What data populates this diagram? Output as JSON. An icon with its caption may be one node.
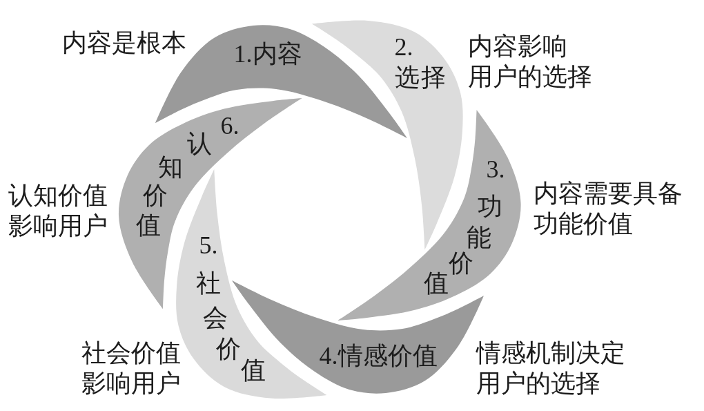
{
  "diagram": {
    "nodes": [
      {
        "text": [
          "1.内容"
        ],
        "beside": [
          "内容是根本"
        ]
      },
      {
        "text": [
          "2.选择"
        ],
        "beside": [
          "内容影响用户的选择"
        ]
      },
      {
        "text": [
          "3.功能价值"
        ],
        "beside": [
          "内容需要具备功能价值"
        ]
      },
      {
        "text": [
          "4.情感价值"
        ],
        "beside": [
          "情感机制决定用户的选择"
        ]
      },
      {
        "text": [
          "5.社会价值"
        ],
        "beside": [
          "社会价值影响用户"
        ]
      },
      {
        "text": [
          "6.认知价值"
        ],
        "beside": [
          "认知价值影响用户"
        ]
      }
    ]
  }
}
